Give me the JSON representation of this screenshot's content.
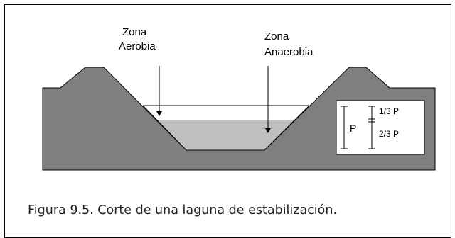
{
  "labels": {
    "aerobic_line1": "Zona",
    "aerobic_line2": "Aerobia",
    "anaerobic_line1": "Zona",
    "anaerobic_line2": "Anaerobia"
  },
  "legend": {
    "depth": "P",
    "top_fraction": "1/3 P",
    "bottom_fraction": "2/3 P"
  },
  "caption": "Figura 9.5. Corte de una laguna de estabilización.",
  "colors": {
    "embankment": "#7f7f7f",
    "anaerobic_water": "#bfbfbf",
    "aerobic_water": "#ffffff",
    "border": "#000000"
  }
}
